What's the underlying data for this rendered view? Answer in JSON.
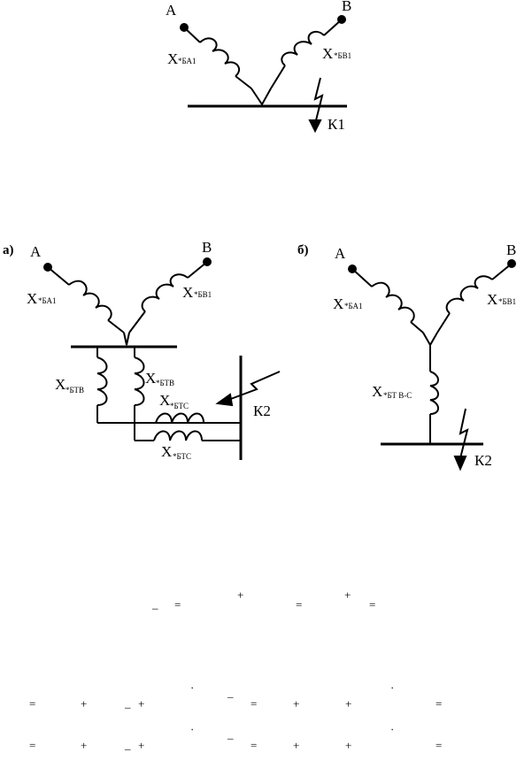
{
  "top_diagram": {
    "node_a": "A",
    "node_b": "B",
    "x_left_main": "X",
    "x_left_sub": "*БА1",
    "x_right_main": "X",
    "x_right_sub": "*БВ1",
    "fault": "К1"
  },
  "diagram_a": {
    "panel_label": "а)",
    "node_a": "A",
    "node_b": "B",
    "x_left_main": "X",
    "x_left_sub": "*БА1",
    "x_right_main": "X",
    "x_right_sub": "*БВ1",
    "x_btv1_main": "X",
    "x_btv1_sub": "*БТВ",
    "x_btv2_main": "X",
    "x_btv2_sub": "*БТВ",
    "x_btc1_main": "X",
    "x_btc1_sub": "*БТС",
    "x_btc2_main": "X",
    "x_btc2_sub": "*БТС",
    "fault": "К2"
  },
  "diagram_b": {
    "panel_label": "б)",
    "node_a": "A",
    "node_b": "B",
    "x_left_main": "X",
    "x_left_sub": "*БА1",
    "x_right_main": "X",
    "x_right_sub": "*БВ1",
    "x_mid_main": "X",
    "x_mid_sub": "*БТ В-С",
    "fault": "К2"
  },
  "eq1": {
    "minus": "–",
    "eq1": "=",
    "plus1": "+",
    "eq2": "=",
    "plus2": "+",
    "eq3": "="
  },
  "eq2": {
    "eq1": "=",
    "plus1": "+",
    "minus1": "–",
    "plus2": "+",
    "dot1": "·",
    "minus2": "–",
    "eq2": "=",
    "plus3": "+",
    "plus4": "+",
    "dot2": "·",
    "eq3": "="
  },
  "eq3": {
    "eq1": "=",
    "plus1": "+",
    "minus1": "–",
    "plus2": "+",
    "dot1": "·",
    "minus2": "–",
    "eq2": "=",
    "plus3": "+",
    "plus4": "+",
    "dot2": "·",
    "eq3": "="
  }
}
